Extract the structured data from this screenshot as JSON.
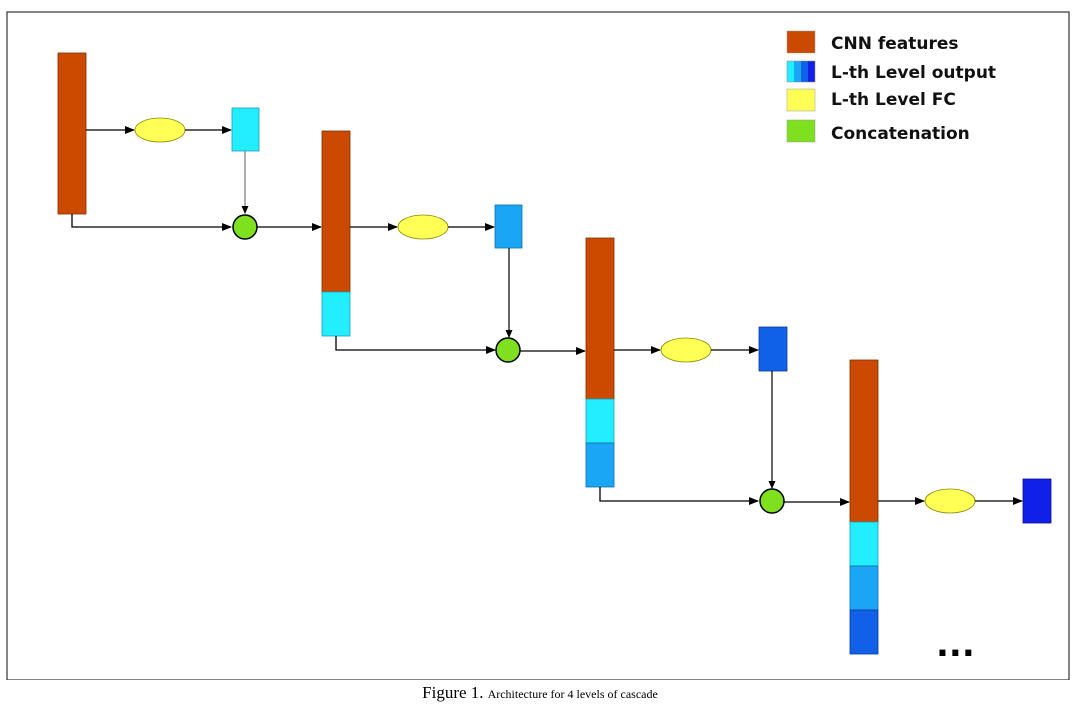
{
  "legend": [
    {
      "label": "CNN features",
      "kind": "cnn"
    },
    {
      "label": "L-th Level output",
      "kind": "output"
    },
    {
      "label": "L-th Level FC",
      "kind": "fc"
    },
    {
      "label": "Concatenation",
      "kind": "concat"
    }
  ],
  "colors": {
    "cnn": "#cc4a00",
    "fc": "#ffff55",
    "concat": "#7ee01e",
    "output_level_1": "#22eeff",
    "output_level_2": "#1aa6f5",
    "output_level_3": "#1060e8",
    "output_level_4": "#1020e8",
    "arrow": "#000000",
    "frame": "#333333"
  },
  "levels": [
    {
      "level": 1,
      "output_color_key": "output_level_1"
    },
    {
      "level": 2,
      "output_color_key": "output_level_2"
    },
    {
      "level": 3,
      "output_color_key": "output_level_3"
    },
    {
      "level": 4,
      "output_color_key": "output_level_4"
    }
  ],
  "continuation": "...",
  "caption": {
    "label": "Figure 1.",
    "text": "Architecture for 4 levels of cascade"
  }
}
